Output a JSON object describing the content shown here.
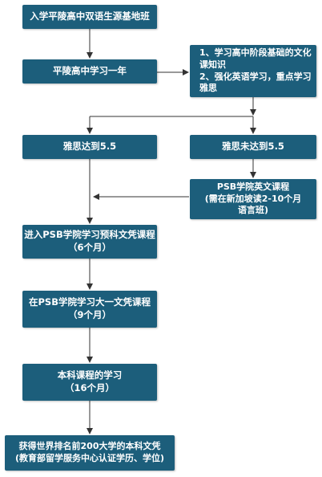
{
  "nodes": {
    "start": [
      "入学平陵高中双语生源基地班"
    ],
    "year_one": [
      "平陵高中学习一年"
    ],
    "goals": [
      "1、学习高中阶段基础的文化",
      "课知识",
      "2、强化英语学习，重点学习",
      "雅思"
    ],
    "ielts_pass": [
      "雅思达到5.5"
    ],
    "ielts_fail": [
      "雅思未达到5.5"
    ],
    "psb_english": [
      "PSB学院英文课程",
      "(需在新加坡读2-10个月",
      "语言班)"
    ],
    "foundation": [
      "进入PSB学院学习预科文凭课程",
      "（6个月）"
    ],
    "diploma": [
      "在PSB学院学习大一文凭课程",
      "（9个月）"
    ],
    "bachelor": [
      "本科课程的学习",
      "（16个月）"
    ],
    "degree": [
      "获得世界排名前200大学的本科文凭",
      "(教育部留学服务中心认证学历、学位)"
    ]
  }
}
